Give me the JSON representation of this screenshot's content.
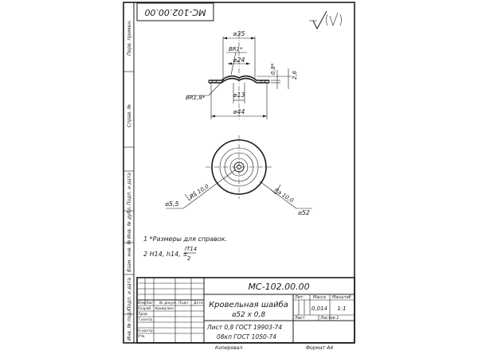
{
  "stamp_top": "МС-102.00.00",
  "roughness_mark": "√(√)",
  "margin_labels": [
    "Перв. примен.",
    "Справ. №",
    "Подп. и дата",
    "Инв. № дубл.",
    "Взам. инв. №",
    "Подп. и дата",
    "Инв. № подл."
  ],
  "dims": {
    "d35": "⌀35",
    "br1": "BR1*",
    "d24": "⌀24",
    "t08": "0,8*",
    "h26": "2,6",
    "br18": "BR1,8*",
    "d13": "⌀13",
    "d44": "⌀44",
    "d55": "⌀5,5",
    "d52": "⌀52",
    "ra_left": "Ra 10,0",
    "ra_right": "Ra 10,0"
  },
  "notes": {
    "n1": "1 *Размеры для справок.",
    "n2_prefix": "2 H14, h14, ±",
    "n2_num": "IT14",
    "n2_den": "2"
  },
  "title_block": {
    "code": "МС-102.00.00",
    "name_line1": "Кровельная шайба",
    "name_line2": "⌀52 x 0,8",
    "material_line1": "Лист 0,8 ГОСТ 19903-74",
    "material_line2": "08кп ГОСТ 1050-74",
    "hdr_lit": "Лит.",
    "hdr_mass": "Масса",
    "hdr_scale": "Масштаб",
    "mass": "0,014",
    "scale": "1:1",
    "sheet": "Лист",
    "sheets": "Листов  1",
    "col_izm": "Изм.",
    "col_list": "Лист",
    "col_doc": "№ докум.",
    "col_sign": "Подп.",
    "col_date": "Дата",
    "razrab": "Разраб.",
    "razrab_name": "Кривулин",
    "prov": "Пров.",
    "tkontr": "Т.контр.",
    "nkontr": "Н.контр.",
    "utv": "Утв.",
    "copied": "Копировал",
    "format": "Формат  А4"
  }
}
